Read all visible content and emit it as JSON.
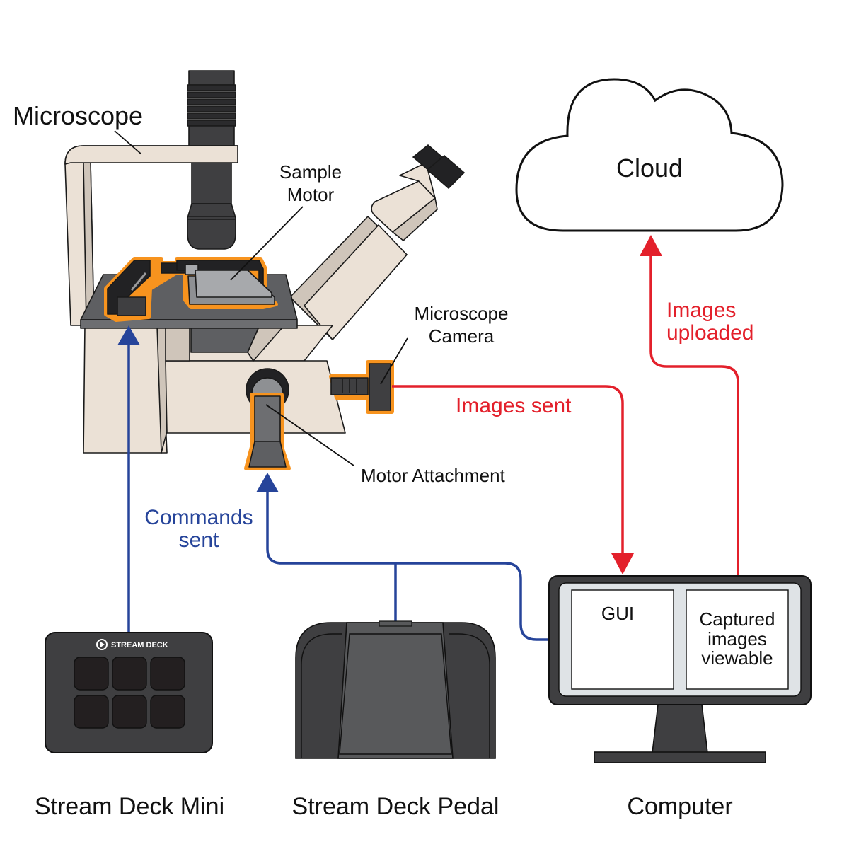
{
  "labels": {
    "microscope": "Microscope",
    "sample_motor": [
      "Sample",
      "Motor"
    ],
    "microscope_camera": [
      "Microscope",
      "Camera"
    ],
    "motor_attachment": "Motor Attachment",
    "cloud": "Cloud",
    "images_uploaded": [
      "Images",
      "uploaded"
    ],
    "images_sent": "Images sent",
    "commands_sent": [
      "Commands",
      "sent"
    ]
  },
  "devices": {
    "stream_deck_mini": {
      "label": "Stream Deck Mini",
      "brand_text": "STREAM DECK",
      "key_count": 6
    },
    "stream_deck_pedal": {
      "label": "Stream Deck Pedal"
    },
    "computer": {
      "label": "Computer",
      "screen_left": "GUI",
      "screen_right": [
        "Captured",
        "images",
        "viewable"
      ]
    }
  },
  "colors": {
    "data_flow": "#e3202b",
    "command_flow": "#26449a",
    "highlight_outline": "#f7931e",
    "microscope_body": "#ebe1d6",
    "microscope_shadow": "#cfc5ba",
    "device_dark": "#3f3f41",
    "stage_gray": "#5e5f62"
  }
}
